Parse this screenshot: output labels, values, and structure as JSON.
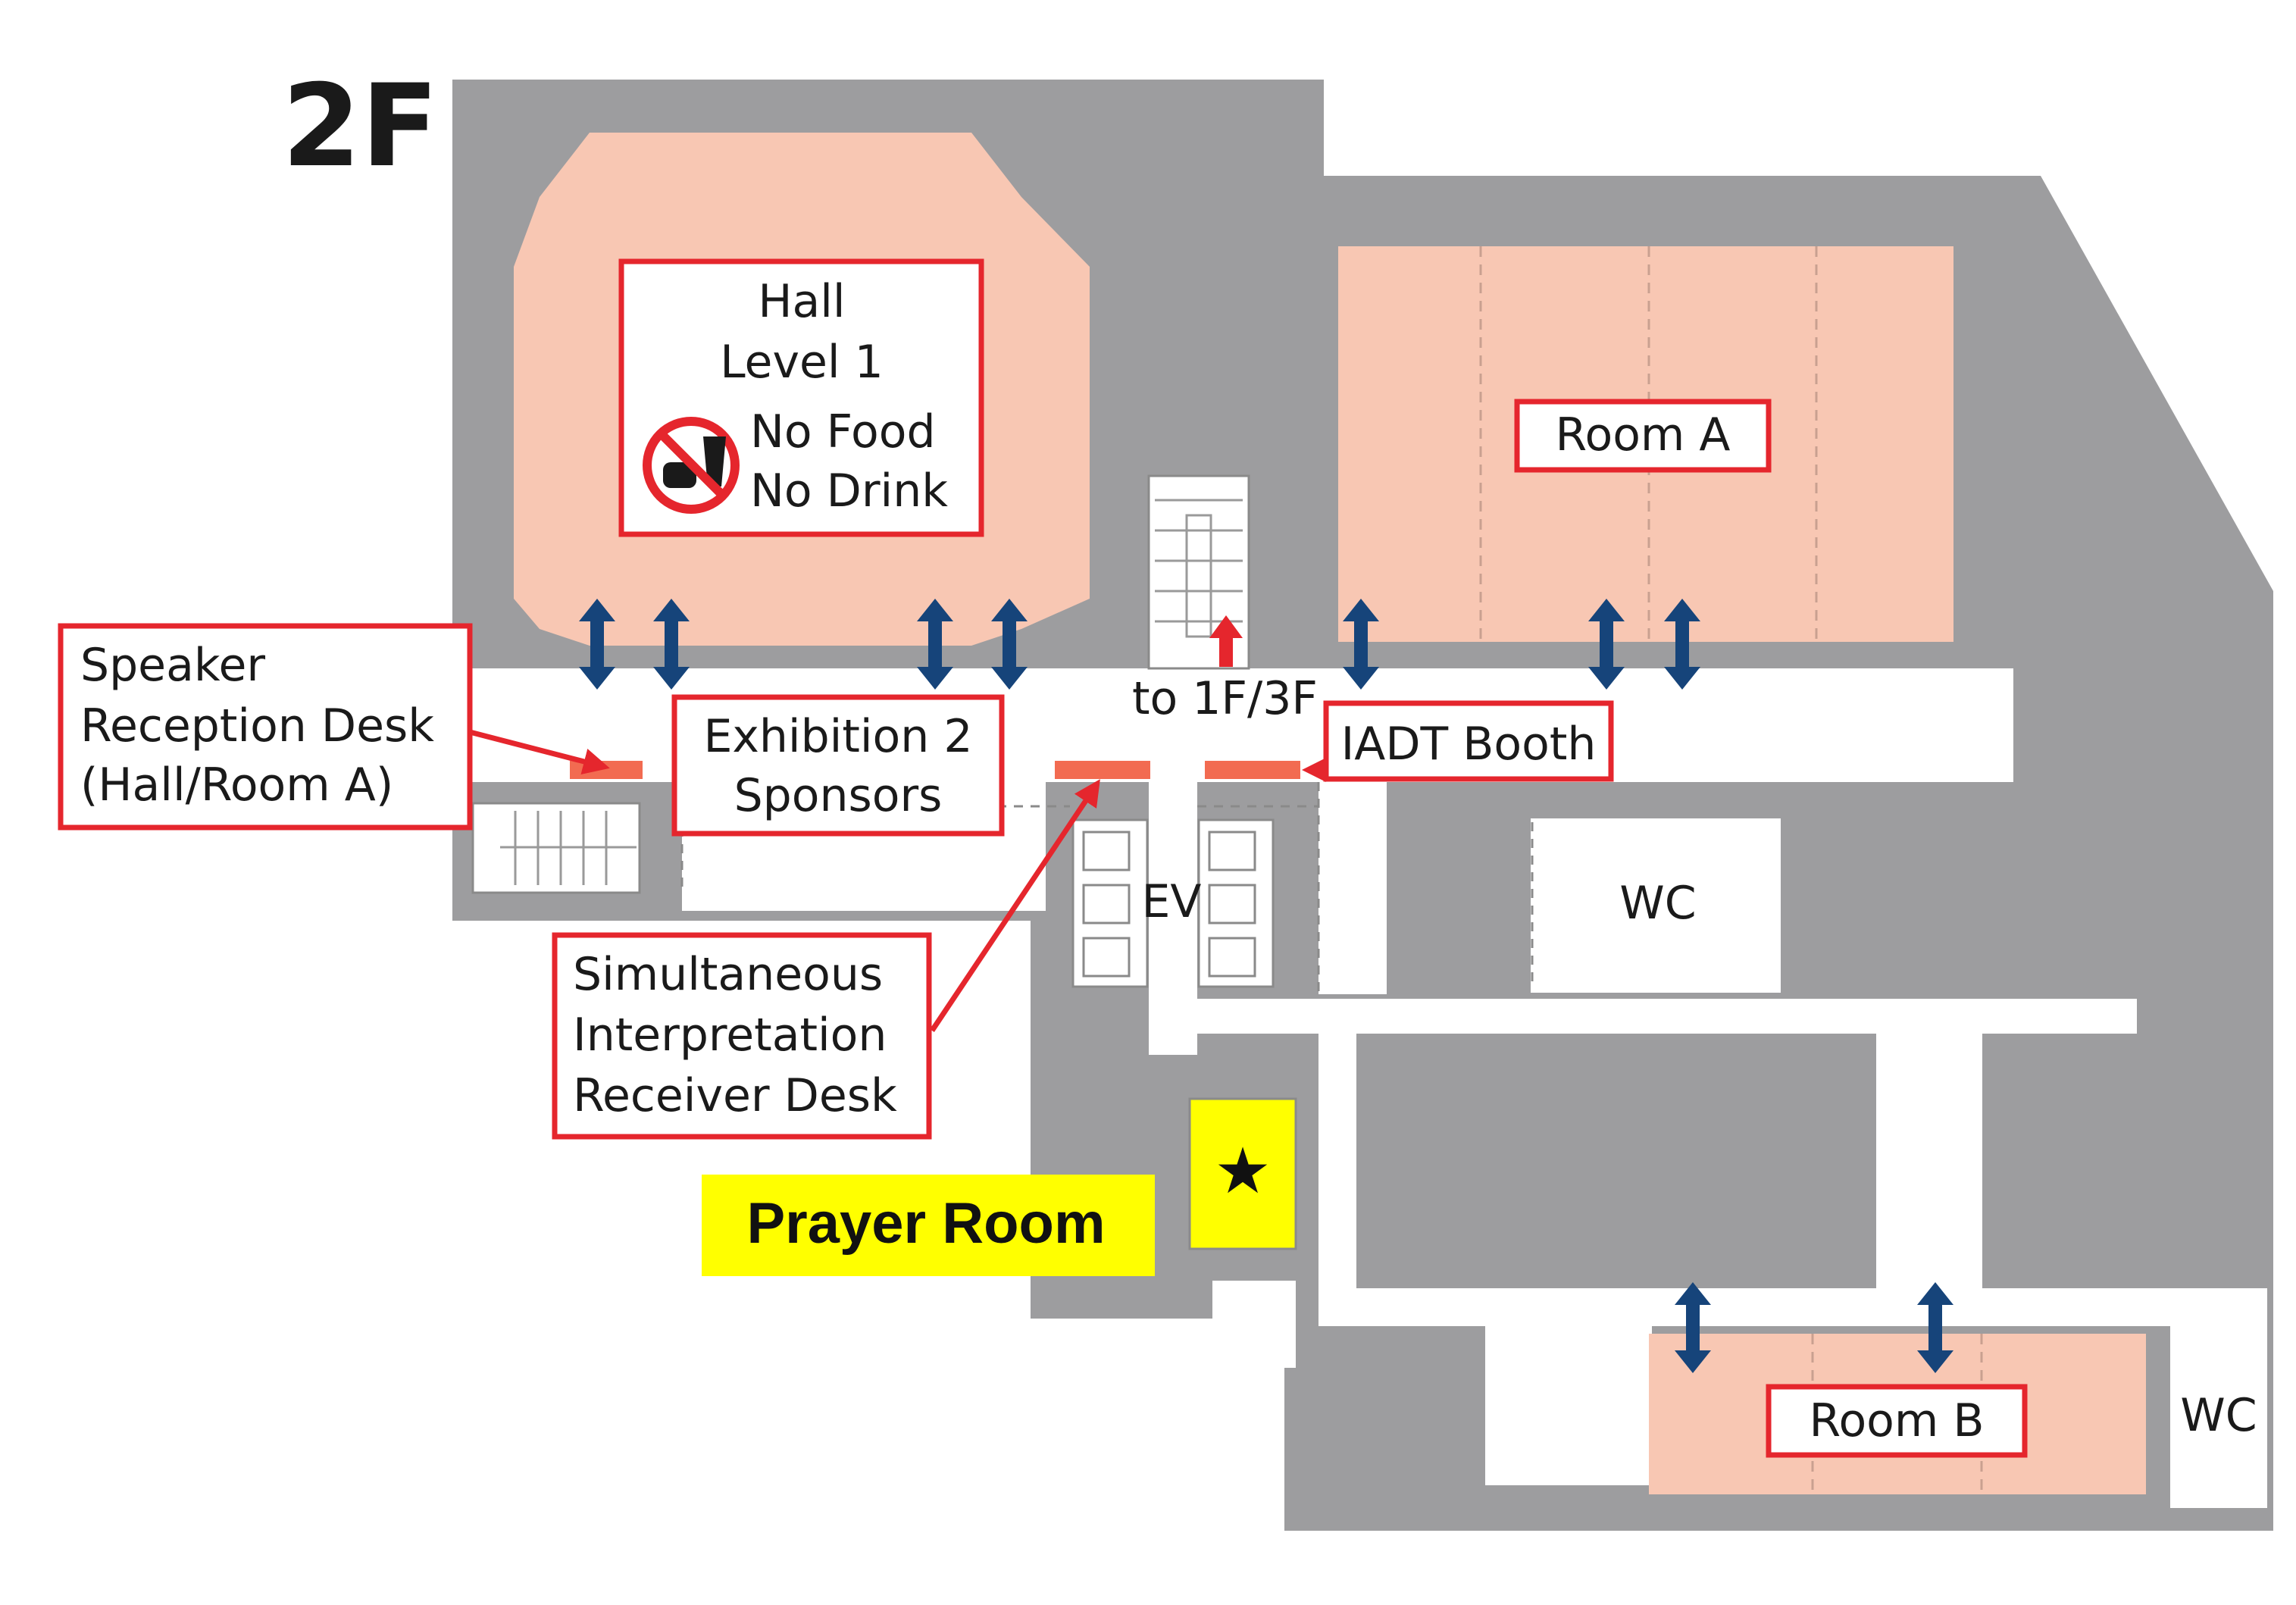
{
  "floor": {
    "label": "2F"
  },
  "colors": {
    "wall_gray": "#9d9d9f",
    "room_salmon": "#f8c7b3",
    "corridor_white": "#ffffff",
    "label_border_red": "#e5262d",
    "desk_orange": "#f26b51",
    "arrow_blue": "#16447a",
    "arrow_red": "#e5262d",
    "prayer_yellow": "#ffff00"
  },
  "rooms": {
    "hall": {
      "line1": "Hall",
      "line2": "Level 1",
      "line3": "No Food",
      "line4": "No Drink",
      "icon": "no-food-no-drink-icon"
    },
    "room_a": {
      "label": "Room A"
    },
    "room_b": {
      "label": "Room B"
    },
    "wc_center": {
      "label": "WC"
    },
    "wc_right": {
      "label": "WC"
    },
    "elevator": {
      "label": "EV"
    }
  },
  "stairs": {
    "label": "to 1F/3F"
  },
  "desks": {
    "speaker": {
      "line1": "Speaker",
      "line2": "Reception Desk",
      "line3": "(Hall/Room A)"
    },
    "exhibition": {
      "line1": "Exhibition 2",
      "line2": "Sponsors"
    },
    "iadt": {
      "label": "IADT Booth"
    },
    "interpretation": {
      "line1": "Simultaneous",
      "line2": "Interpretation",
      "line3": "Receiver Desk"
    }
  },
  "prayer_room": {
    "label": "Prayer Room",
    "marker": "★"
  }
}
